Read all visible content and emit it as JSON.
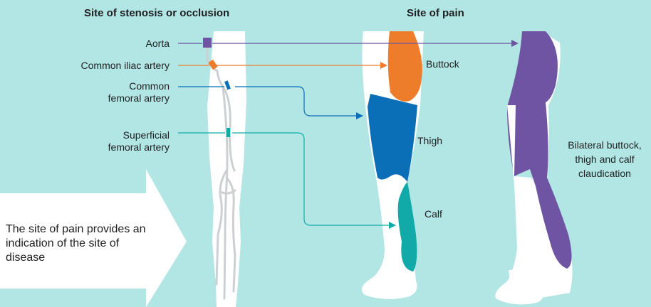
{
  "headings": {
    "stenosis": "Site of stenosis or occlusion",
    "pain": "Site of pain"
  },
  "arteries": [
    {
      "line1": "Aorta",
      "line2": "",
      "color": "#6e54a3"
    },
    {
      "line1": "Common iliac artery",
      "line2": "",
      "color": "#ee7d2b"
    },
    {
      "line1": "Common",
      "line2": "femoral artery",
      "color": "#0b6fb7"
    },
    {
      "line1": "Superficial",
      "line2": "femoral artery",
      "color": "#12aaa8"
    }
  ],
  "pain_sites": {
    "buttock": "Buttock",
    "thigh": "Thigh",
    "calf": "Calf"
  },
  "bilateral": {
    "line1": "Bilateral buttock,",
    "line2": "thigh and calf",
    "line3": "claudication"
  },
  "note": "The site of pain provides an indication of the site of disease",
  "colors": {
    "background": "#b2e6e5",
    "aorta": "#6e54a3",
    "iliac": "#ee7d2b",
    "femoral": "#0b6fb7",
    "superficial": "#12aaa8",
    "leg": "#ffffff"
  }
}
